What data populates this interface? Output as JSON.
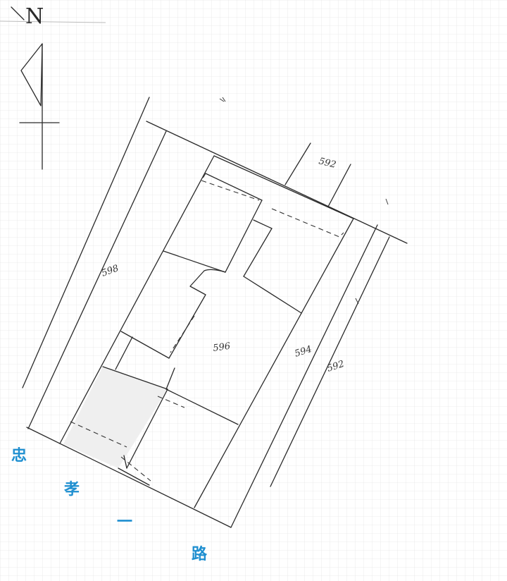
{
  "north_arrow": {
    "letter": "N"
  },
  "lots": {
    "main": "596",
    "west": "598",
    "east_inner": "594",
    "east_outer": "592",
    "north": "592"
  },
  "road_name": {
    "chars": [
      "忠",
      "孝",
      "一",
      "路"
    ]
  },
  "colors": {
    "ink": "#2a2a2a",
    "road_label": "#1f8fd0",
    "grid": "#e6e6e6",
    "shaded_area": "#efefef"
  }
}
